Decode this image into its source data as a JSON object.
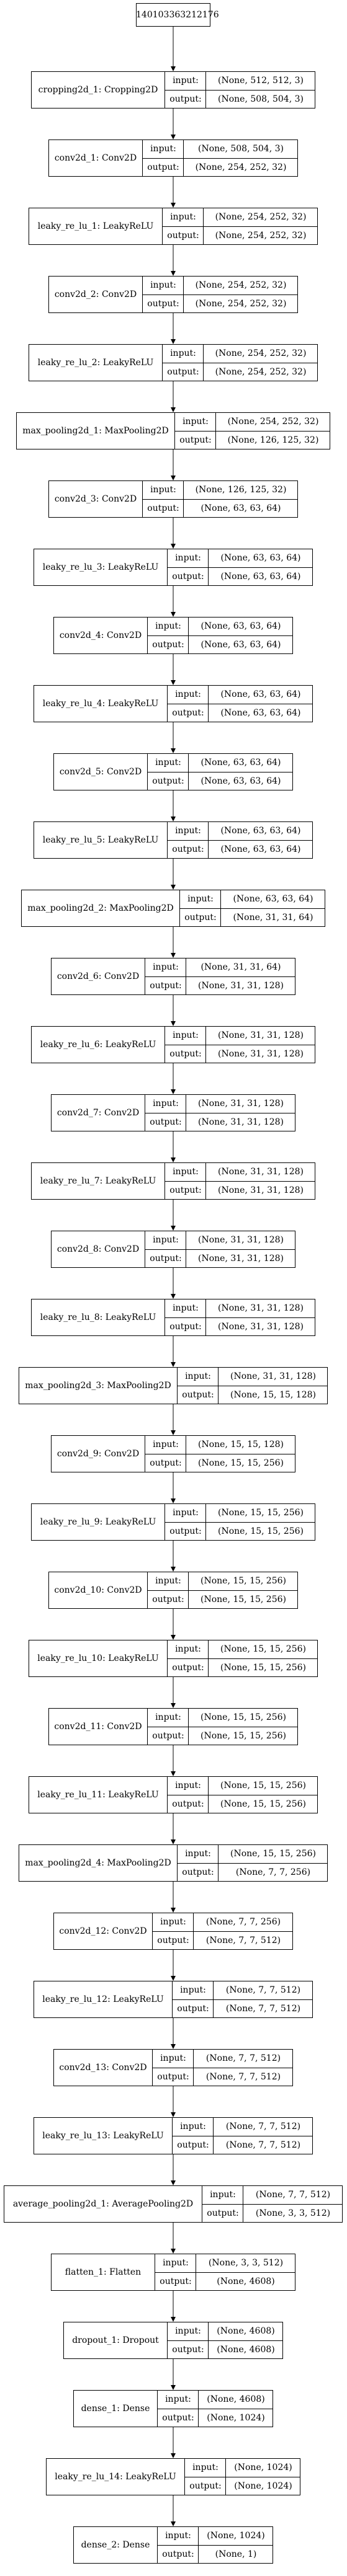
{
  "root": "140103363212176",
  "layers": [
    {
      "name": "cropping2d_1: Cropping2D",
      "input": "(None, 512, 512, 3)",
      "output": "(None, 508, 504, 3)"
    },
    {
      "name": "conv2d_1: Conv2D",
      "input": "(None, 508, 504, 3)",
      "output": "(None, 254, 252, 32)"
    },
    {
      "name": "leaky_re_lu_1: LeakyReLU",
      "input": "(None, 254, 252, 32)",
      "output": "(None, 254, 252, 32)"
    },
    {
      "name": "conv2d_2: Conv2D",
      "input": "(None, 254, 252, 32)",
      "output": "(None, 254, 252, 32)"
    },
    {
      "name": "leaky_re_lu_2: LeakyReLU",
      "input": "(None, 254, 252, 32)",
      "output": "(None, 254, 252, 32)"
    },
    {
      "name": "max_pooling2d_1: MaxPooling2D",
      "input": "(None, 254, 252, 32)",
      "output": "(None, 126, 125, 32)"
    },
    {
      "name": "conv2d_3: Conv2D",
      "input": "(None, 126, 125, 32)",
      "output": "(None, 63, 63, 64)"
    },
    {
      "name": "leaky_re_lu_3: LeakyReLU",
      "input": "(None, 63, 63, 64)",
      "output": "(None, 63, 63, 64)"
    },
    {
      "name": "conv2d_4: Conv2D",
      "input": "(None, 63, 63, 64)",
      "output": "(None, 63, 63, 64)"
    },
    {
      "name": "leaky_re_lu_4: LeakyReLU",
      "input": "(None, 63, 63, 64)",
      "output": "(None, 63, 63, 64)"
    },
    {
      "name": "conv2d_5: Conv2D",
      "input": "(None, 63, 63, 64)",
      "output": "(None, 63, 63, 64)"
    },
    {
      "name": "leaky_re_lu_5: LeakyReLU",
      "input": "(None, 63, 63, 64)",
      "output": "(None, 63, 63, 64)"
    },
    {
      "name": "max_pooling2d_2: MaxPooling2D",
      "input": "(None, 63, 63, 64)",
      "output": "(None, 31, 31, 64)"
    },
    {
      "name": "conv2d_6: Conv2D",
      "input": "(None, 31, 31, 64)",
      "output": "(None, 31, 31, 128)"
    },
    {
      "name": "leaky_re_lu_6: LeakyReLU",
      "input": "(None, 31, 31, 128)",
      "output": "(None, 31, 31, 128)"
    },
    {
      "name": "conv2d_7: Conv2D",
      "input": "(None, 31, 31, 128)",
      "output": "(None, 31, 31, 128)"
    },
    {
      "name": "leaky_re_lu_7: LeakyReLU",
      "input": "(None, 31, 31, 128)",
      "output": "(None, 31, 31, 128)"
    },
    {
      "name": "conv2d_8: Conv2D",
      "input": "(None, 31, 31, 128)",
      "output": "(None, 31, 31, 128)"
    },
    {
      "name": "leaky_re_lu_8: LeakyReLU",
      "input": "(None, 31, 31, 128)",
      "output": "(None, 31, 31, 128)"
    },
    {
      "name": "max_pooling2d_3: MaxPooling2D",
      "input": "(None, 31, 31, 128)",
      "output": "(None, 15, 15, 128)"
    },
    {
      "name": "conv2d_9: Conv2D",
      "input": "(None, 15, 15, 128)",
      "output": "(None, 15, 15, 256)"
    },
    {
      "name": "leaky_re_lu_9: LeakyReLU",
      "input": "(None, 15, 15, 256)",
      "output": "(None, 15, 15, 256)"
    },
    {
      "name": "conv2d_10: Conv2D",
      "input": "(None, 15, 15, 256)",
      "output": "(None, 15, 15, 256)"
    },
    {
      "name": "leaky_re_lu_10: LeakyReLU",
      "input": "(None, 15, 15, 256)",
      "output": "(None, 15, 15, 256)"
    },
    {
      "name": "conv2d_11: Conv2D",
      "input": "(None, 15, 15, 256)",
      "output": "(None, 15, 15, 256)"
    },
    {
      "name": "leaky_re_lu_11: LeakyReLU",
      "input": "(None, 15, 15, 256)",
      "output": "(None, 15, 15, 256)"
    },
    {
      "name": "max_pooling2d_4: MaxPooling2D",
      "input": "(None, 15, 15, 256)",
      "output": "(None, 7, 7, 256)"
    },
    {
      "name": "conv2d_12: Conv2D",
      "input": "(None, 7, 7, 256)",
      "output": "(None, 7, 7, 512)"
    },
    {
      "name": "leaky_re_lu_12: LeakyReLU",
      "input": "(None, 7, 7, 512)",
      "output": "(None, 7, 7, 512)"
    },
    {
      "name": "conv2d_13: Conv2D",
      "input": "(None, 7, 7, 512)",
      "output": "(None, 7, 7, 512)"
    },
    {
      "name": "leaky_re_lu_13: LeakyReLU",
      "input": "(None, 7, 7, 512)",
      "output": "(None, 7, 7, 512)"
    },
    {
      "name": "average_pooling2d_1: AveragePooling2D",
      "input": "(None, 7, 7, 512)",
      "output": "(None, 3, 3, 512)"
    },
    {
      "name": "flatten_1: Flatten",
      "input": "(None, 3, 3, 512)",
      "output": "(None, 4608)"
    },
    {
      "name": "dropout_1: Dropout",
      "input": "(None, 4608)",
      "output": "(None, 4608)"
    },
    {
      "name": "dense_1: Dense",
      "input": "(None, 4608)",
      "output": "(None, 1024)"
    },
    {
      "name": "leaky_re_lu_14: LeakyReLU",
      "input": "(None, 1024)",
      "output": "(None, 1024)"
    },
    {
      "name": "dense_2: Dense",
      "input": "(None, 1024)",
      "output": "(None, 1)"
    }
  ],
  "port_labels": {
    "input": "input:",
    "output": "output:"
  }
}
